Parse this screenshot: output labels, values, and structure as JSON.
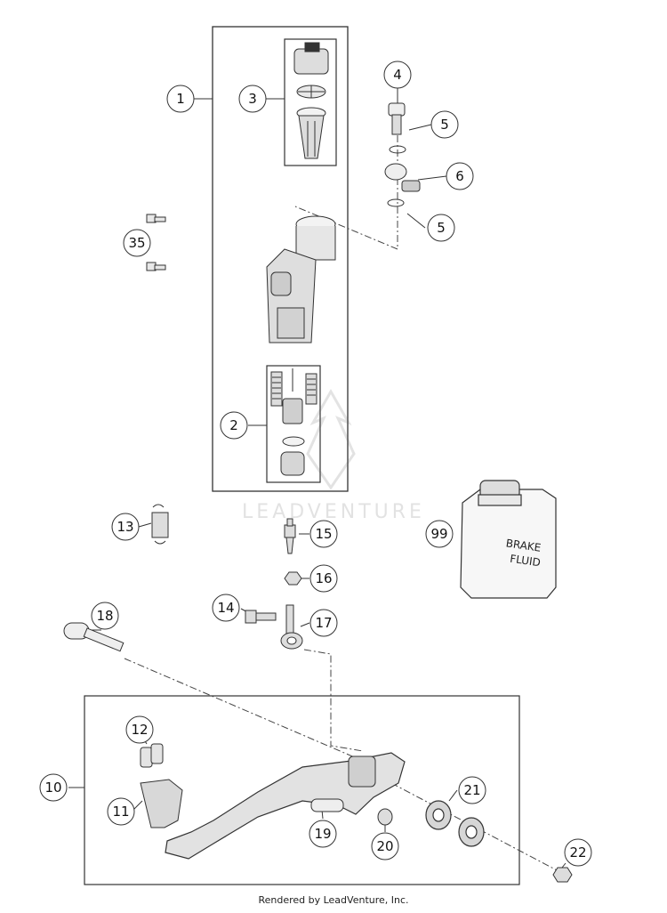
{
  "watermark": "LEADVENTURE",
  "footer": "Rendered by LeadVenture, Inc.",
  "bottle_label": [
    "BRAKE",
    "FLUID"
  ],
  "callouts": {
    "c1": "1",
    "c2": "2",
    "c3": "3",
    "c4": "4",
    "c5a": "5",
    "c5b": "5",
    "c6": "6",
    "c10": "10",
    "c11": "11",
    "c12": "12",
    "c13": "13",
    "c14": "14",
    "c15": "15",
    "c16": "16",
    "c17": "17",
    "c18": "18",
    "c19": "19",
    "c20": "20",
    "c21": "21",
    "c22": "22",
    "c35": "35",
    "c99": "99"
  }
}
